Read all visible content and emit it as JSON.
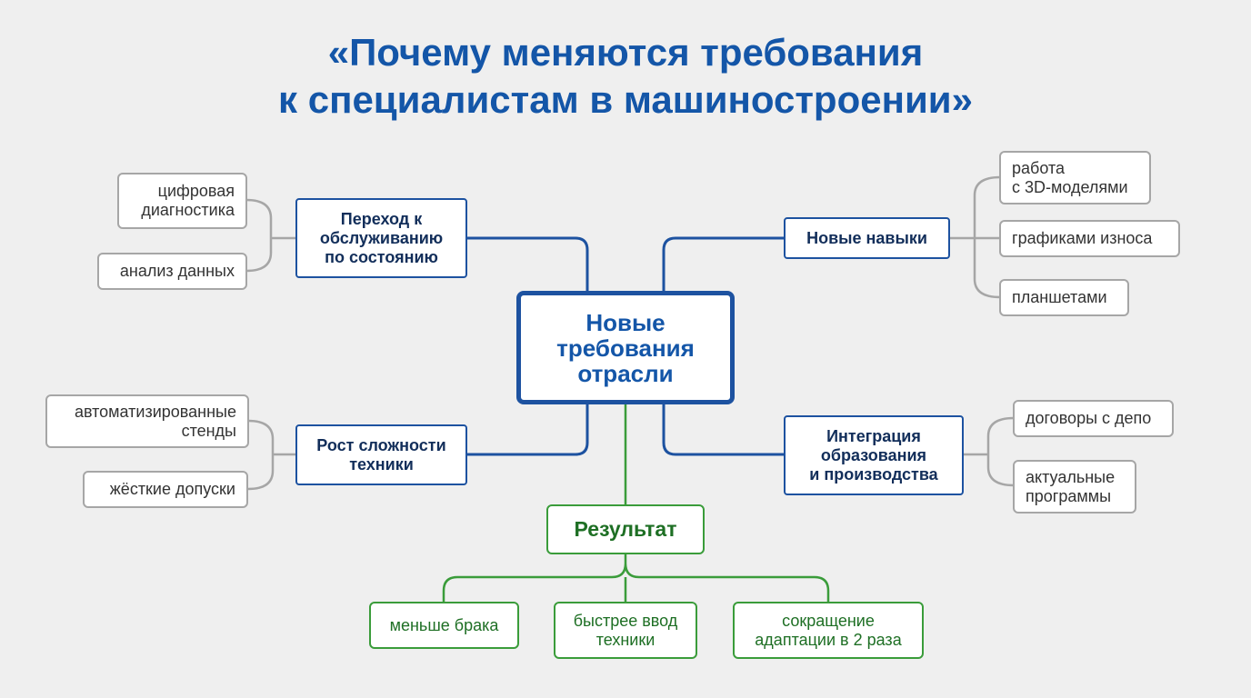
{
  "title": {
    "line1": "«Почему меняются требования",
    "line2": "к специалистам в машиностроении»"
  },
  "center": {
    "label": "Новые\nтребования\nотрасли"
  },
  "branches": {
    "maintenance": {
      "label": "Переход к\nобслуживанию\nпо состоянию",
      "leaves": [
        "цифровая\nдиагностика",
        "анализ данных"
      ]
    },
    "complexity": {
      "label": "Рост сложности\nтехники",
      "leaves": [
        "автоматизированные\nстенды",
        "жёсткие допуски"
      ]
    },
    "skills": {
      "label": "Новые навыки",
      "leaves": [
        "работа\nс 3D-моделями",
        "графиками износа",
        "планшетами"
      ]
    },
    "integration": {
      "label": "Интеграция\nобразования\nи производства",
      "leaves": [
        "договоры с депо",
        "актуальные\nпрограммы"
      ]
    }
  },
  "result": {
    "label": "Результат",
    "outcomes": [
      "меньше брака",
      "быстрее ввод\nтехники",
      "сокращение\nадаптации в 2 раза"
    ]
  },
  "colors": {
    "title": "#1456a8",
    "blue_line": "#1d52a0",
    "grey_line": "#a6a6a6",
    "green_line": "#3a9c3a",
    "background": "#efefef"
  }
}
